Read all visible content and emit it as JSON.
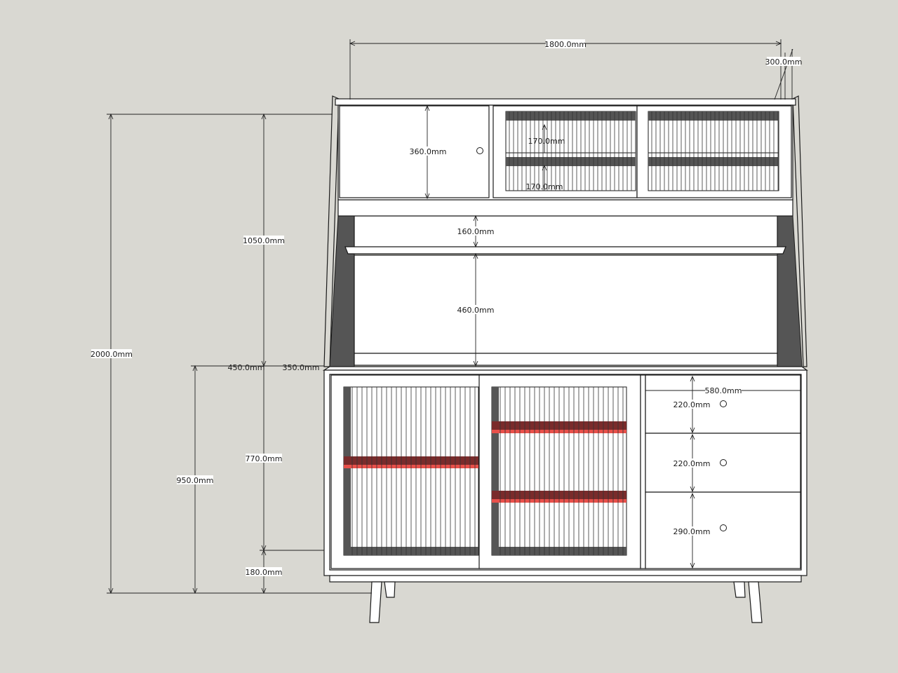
{
  "colors": {
    "background": "#d9d8d2",
    "panel": "#ffffff",
    "frame_dark": "#555555",
    "shelf_red": "#e8504a",
    "shelf_red_dark": "#7a2b2b",
    "line": "#1a1a1a"
  },
  "dimensions": {
    "overall_width": "1800.0mm",
    "depth": "300.0mm",
    "overall_height": "2000.0mm",
    "upper_height": "1050.0mm",
    "top_cabinet": "360.0mm",
    "glass_upper": "170.0mm",
    "glass_lower": "170.0mm",
    "open_gap": "160.0mm",
    "open_shelf": "460.0mm",
    "base_depth_a": "450.0mm",
    "base_depth_b": "350.0mm",
    "base_height": "950.0mm",
    "body_height": "770.0mm",
    "leg_height": "180.0mm",
    "drawer_width": "580.0mm",
    "drawer_1": "220.0mm",
    "drawer_2": "220.0mm",
    "drawer_3": "290.0mm"
  }
}
